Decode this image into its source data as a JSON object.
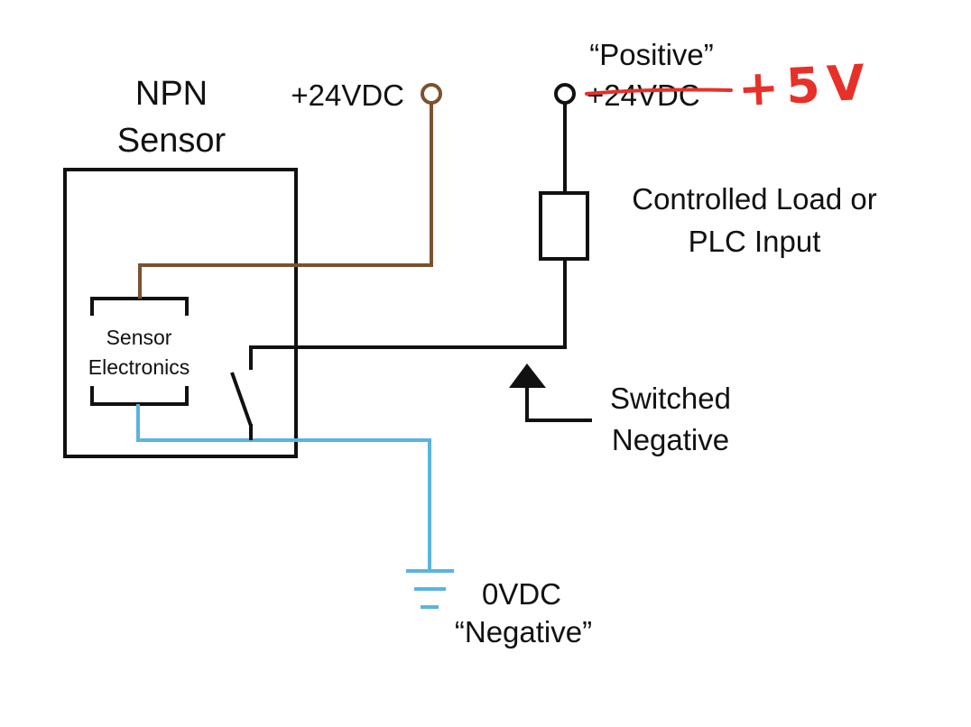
{
  "labels": {
    "sensor_title_line1": "NPN",
    "sensor_title_line2": "Sensor",
    "supply_voltage": "+24VDC",
    "positive_quote": "“Positive”",
    "positive_voltage_struck": "+24VDC",
    "handwritten_correction": "+5V",
    "load_line1": "Controlled Load or",
    "load_line2": "PLC Input",
    "electronics_line1": "Sensor",
    "electronics_line2": "Electronics",
    "switched_line1": "Switched",
    "switched_line2": "Negative",
    "ground_voltage": "0VDC",
    "ground_quote": "“Negative”"
  },
  "colors": {
    "wire_brown": "#7a5230",
    "wire_blue": "#5ab4e0",
    "wire_black": "#111111",
    "correction_red": "#e8302a",
    "background": "#ffffff"
  }
}
